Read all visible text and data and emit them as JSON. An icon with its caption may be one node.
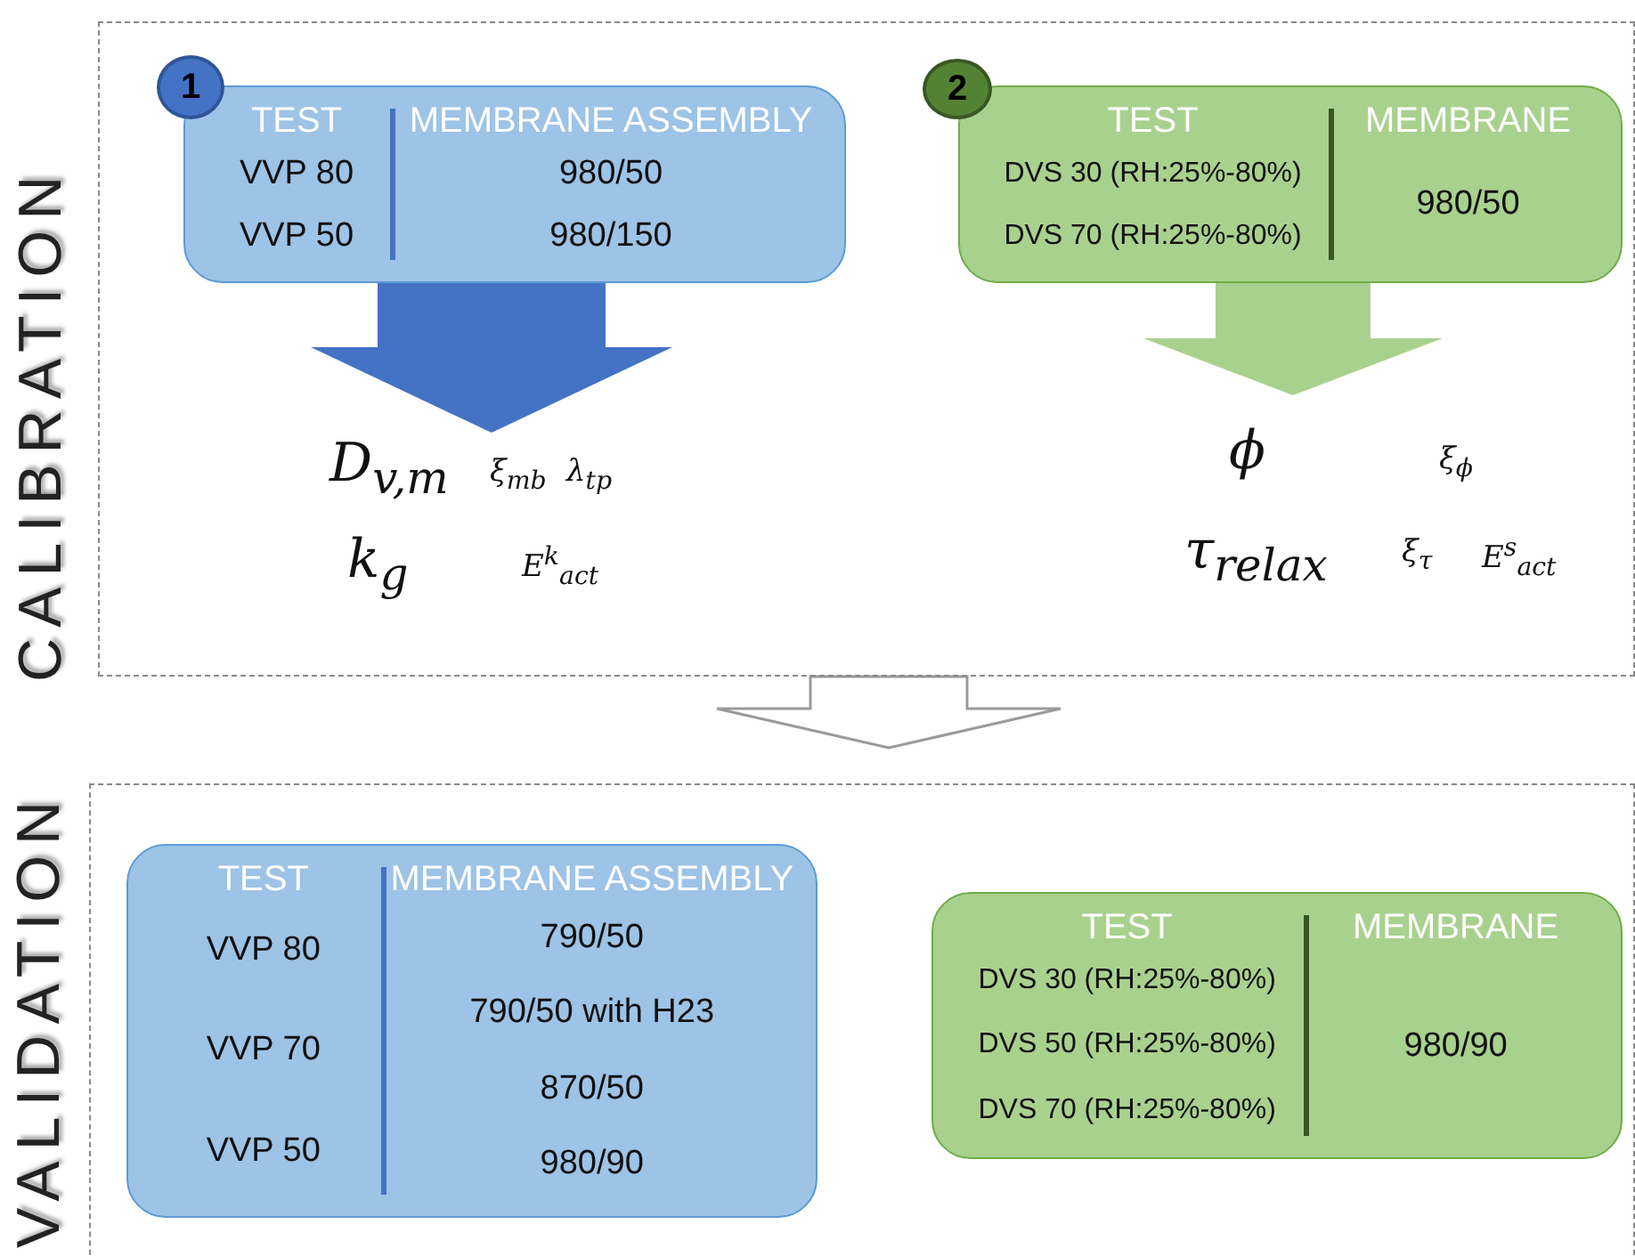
{
  "diagram": {
    "nodes": [
      {
        "text": [
          "CALIBRATION"
        ]
      },
      {
        "text": [
          "TEST",
          "VVP 80",
          "VVP 50",
          "MEMBRANE ASSEMBLY",
          "980/50",
          "980/150"
        ],
        "in": 0
      },
      {
        "text": [
          "1"
        ],
        "in": 0
      },
      {
        "text": [
          "TEST",
          "DVS 30 (RH:25%-80%)",
          "DVS 70 (RH:25%-80%)",
          "MEMBRANE",
          "980/50"
        ],
        "in": 0
      },
      {
        "text": [
          "2"
        ],
        "in": 0
      },
      {
        "text": [
          "VALIDATION"
        ]
      },
      {
        "text": [
          "TEST",
          "VVP 80",
          "VVP 70",
          "VVP 50",
          "MEMBRANE ASSEMBLY",
          "790/50",
          "790/50 with H23",
          "870/50",
          "980/90"
        ],
        "in": 5
      },
      {
        "text": [
          "TEST",
          "DVS 30 (RH:25%-80%)",
          "DVS 50 (RH:25%-80%)",
          "DVS 70 (RH:25%-80%)",
          "MEMBRANE",
          "980/90"
        ],
        "in": 5
      }
    ],
    "edges": [
      {
        "from": 1,
        "to": null,
        "arrow": "to",
        "color": "#4472c4"
      },
      {
        "from": 3,
        "to": null,
        "arrow": "to",
        "color": "#a9d18e"
      },
      {
        "from": 0,
        "to": 5,
        "arrow": "to"
      }
    ],
    "labels": [
      "D$_{v,m}$",
      "ξ$_{mb}$",
      "λ$_{tp}$",
      "k$_{g}$",
      "E$^{k}$$_{act}$",
      "ϕ",
      "ξ$_{ϕ}$",
      "τ$_{relax}$",
      "ξ$_{τ}$",
      "E$^{s}$$_{act}$"
    ]
  }
}
